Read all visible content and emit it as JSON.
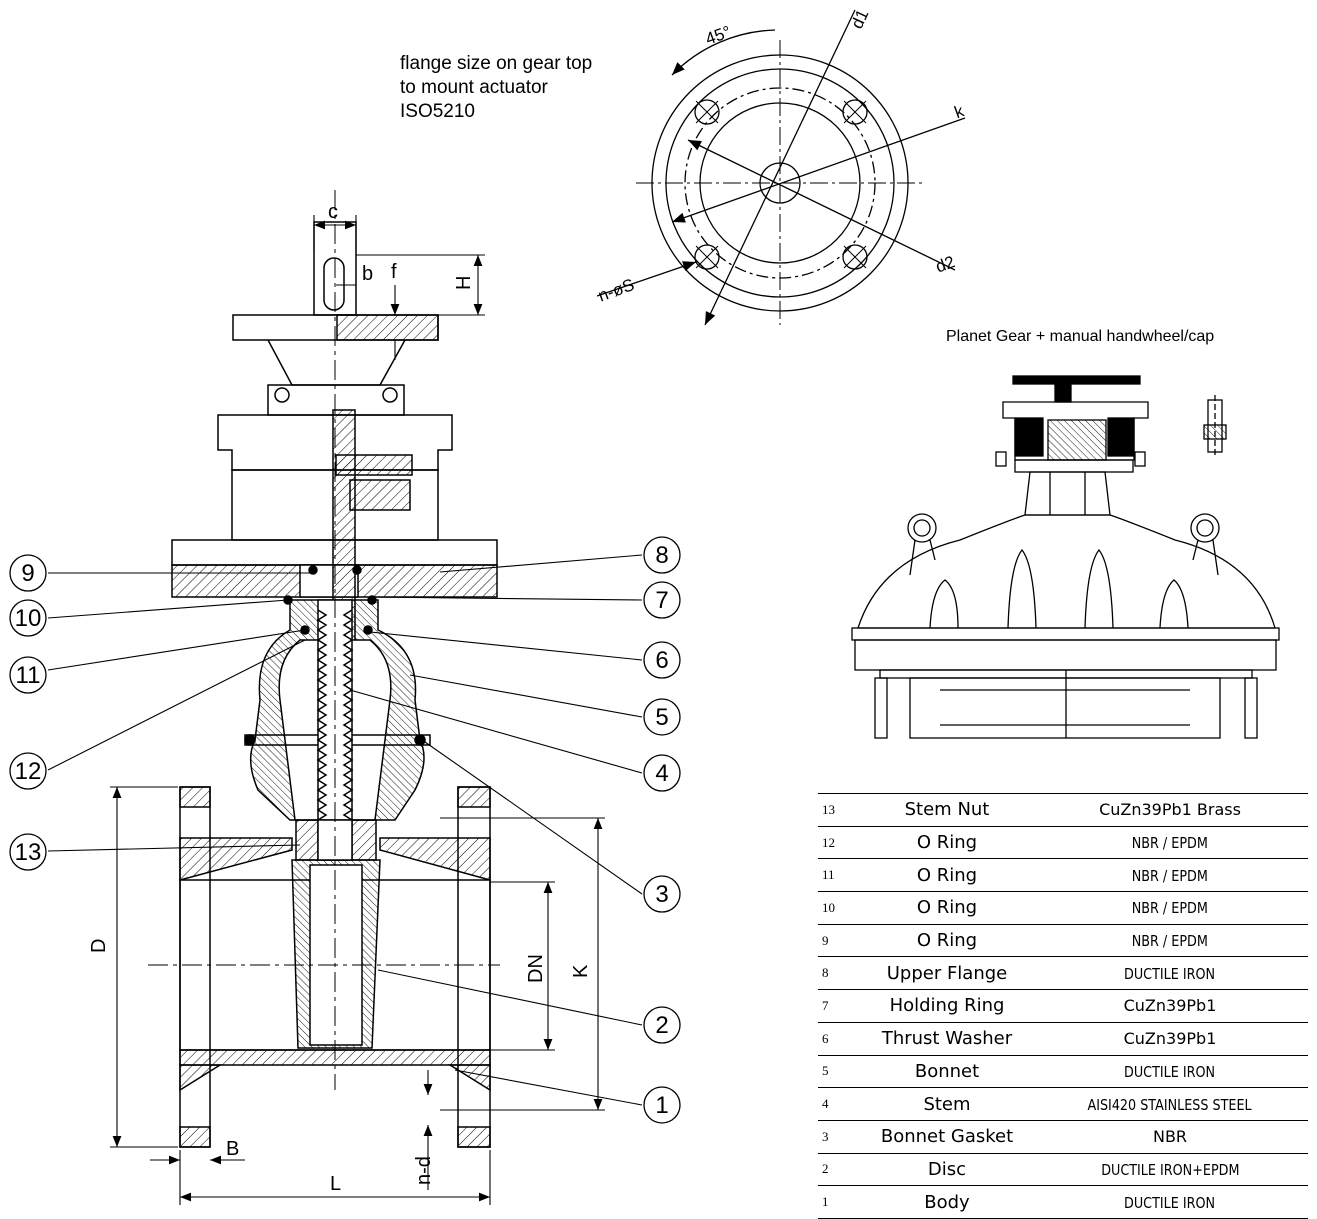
{
  "notes": {
    "flange_note_line1": "flange size on gear top",
    "flange_note_line2": "to mount actuator",
    "flange_note_line3": "ISO5210",
    "gear_caption": "Planet Gear + manual handwheel/cap"
  },
  "flange_view_labels": {
    "angle": "45°",
    "d1": "d1",
    "k": "k",
    "d2": "d2",
    "holes": "n-øS"
  },
  "dimension_labels": {
    "c": "c",
    "b": "b",
    "f": "f",
    "H": "H",
    "D": "D",
    "DN": "DN",
    "K": "K",
    "B": "B",
    "nd": "n-d",
    "L": "L"
  },
  "balloons": [
    "1",
    "2",
    "3",
    "4",
    "5",
    "6",
    "7",
    "8",
    "9",
    "10",
    "11",
    "12",
    "13"
  ],
  "parts": [
    {
      "no": "13",
      "name": "Stem Nut",
      "material": "CuZn39Pb1 Brass"
    },
    {
      "no": "12",
      "name": "O Ring",
      "material": "NBR / EPDM"
    },
    {
      "no": "11",
      "name": "O Ring",
      "material": "NBR / EPDM"
    },
    {
      "no": "10",
      "name": "O Ring",
      "material": "NBR / EPDM"
    },
    {
      "no": "9",
      "name": "O Ring",
      "material": "NBR / EPDM"
    },
    {
      "no": "8",
      "name": "Upper Flange",
      "material": "DUCTILE IRON"
    },
    {
      "no": "7",
      "name": "Holding Ring",
      "material": "CuZn39Pb1"
    },
    {
      "no": "6",
      "name": "Thrust Washer",
      "material": "CuZn39Pb1"
    },
    {
      "no": "5",
      "name": "Bonnet",
      "material": "DUCTILE IRON"
    },
    {
      "no": "4",
      "name": "Stem",
      "material": "AISI420 STAINLESS STEEL"
    },
    {
      "no": "3",
      "name": "Bonnet Gasket",
      "material": "NBR"
    },
    {
      "no": "2",
      "name": "Disc",
      "material": "DUCTILE IRON+EPDM"
    },
    {
      "no": "1",
      "name": "Body",
      "material": "DUCTILE IRON"
    }
  ]
}
